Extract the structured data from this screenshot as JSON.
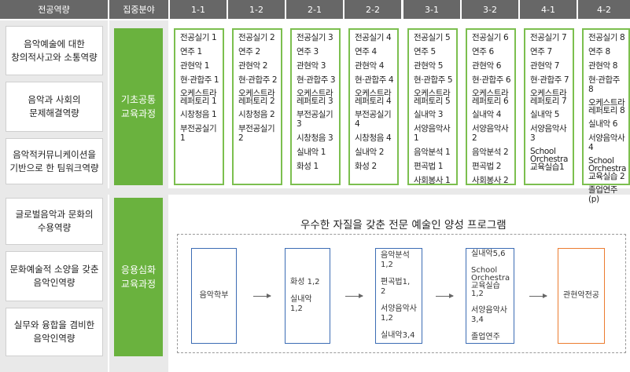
{
  "header": {
    "competency": "전공역량",
    "focus": "집중분야",
    "semesters": [
      "1-1",
      "1-2",
      "2-1",
      "2-2",
      "3-1",
      "3-2",
      "4-1",
      "4-2"
    ]
  },
  "competencies": [
    "음악예술에 대한\n창의적사고와 소통역량",
    "음악과 사회의\n문제해결역량",
    "음악적커뮤니케이션을\n기반으로 한 팀워크역량",
    "글로벌음악과 문화의\n수용역량",
    "문화예술적 소양을 갖춘\n음악인역량",
    "실무와 융합을 겸비한\n음악인역량"
  ],
  "tracks": {
    "basic": "기초공통\n교육과정",
    "advanced": "응용심화\n교육과정"
  },
  "semester_courses": [
    [
      "전공실기 1",
      "연주 1",
      "관현악 1",
      "현·관합주 1",
      "오케스트라\n레퍼토리 1",
      "시창청음 1",
      "부전공실기 1"
    ],
    [
      "전공실기 2",
      "연주 2",
      "관현악 2",
      "현·관합주 2",
      "오케스트라\n레퍼토리 2",
      "시창청음 2",
      "부전공실기 2"
    ],
    [
      "전공실기 3",
      "연주 3",
      "관현악 3",
      "현·관합주 3",
      "오케스트라\n레퍼토리 3",
      "부전공실기3",
      "시창청음 3",
      "실내악 1",
      "화성 1"
    ],
    [
      "전공실기 4",
      "연주 4",
      "관현악 4",
      "현·관합주 4",
      "오케스트라\n레퍼토리 4",
      "부전공실기 4",
      "시창청음 4",
      "실내악 2",
      "화성 2"
    ],
    [
      "전공실기 5",
      "연주 5",
      "관현악 5",
      "현·관합주 5",
      "오케스트라\n레퍼토리 5",
      "실내악 3",
      "서양음악사 1",
      "음악분석 1",
      "편곡법 1",
      "사회봉사 1"
    ],
    [
      "전공실기 6",
      "연주 6",
      "관현악 6",
      "현·관합주 6",
      "오케스트라\n레퍼토리 6",
      "실내악 4",
      "서양음악사 2",
      "음악분석 2",
      "편곡법 2",
      "사회봉사 2"
    ],
    [
      "전공실기 7",
      "연주 7",
      "관현악 7",
      "현·관합주 7",
      "오케스트라\n레퍼토리 7",
      "실내악 5",
      "서양음악사 3",
      "School\nOrchestra\n교육실습1"
    ],
    [
      "전공실기 8",
      "연주 8",
      "관현악 8",
      "현·관합주 8",
      "오케스트라\n레퍼토리 8",
      "실내악 6",
      "서양음악사 4",
      "School\nOrchestra\n교육실습 2",
      "졸업연주(p)"
    ]
  ],
  "program": {
    "title": "우수한 자질을 갖춘 전문 예술인 양성 프로그램",
    "steps": [
      [
        "음악학부"
      ],
      [
        "화성 1,2",
        "실내악 1,2"
      ],
      [
        "음악분석1,2",
        "편곡법1, 2",
        "서양음악사1,2",
        "실내악3,4"
      ],
      [
        "실내악5,6",
        "School\nOrchestra\n교육실습1,2",
        "서양음악사3,4",
        "졸업연주"
      ],
      [
        "관현악전공"
      ]
    ]
  },
  "colors": {
    "header_bg": "#676767",
    "green": "#6ab23e",
    "green_border": "#7cbf4f",
    "blue_border": "#3c6cb4",
    "orange_border": "#ec7c30",
    "gray_bg": "#e9e9e9"
  }
}
